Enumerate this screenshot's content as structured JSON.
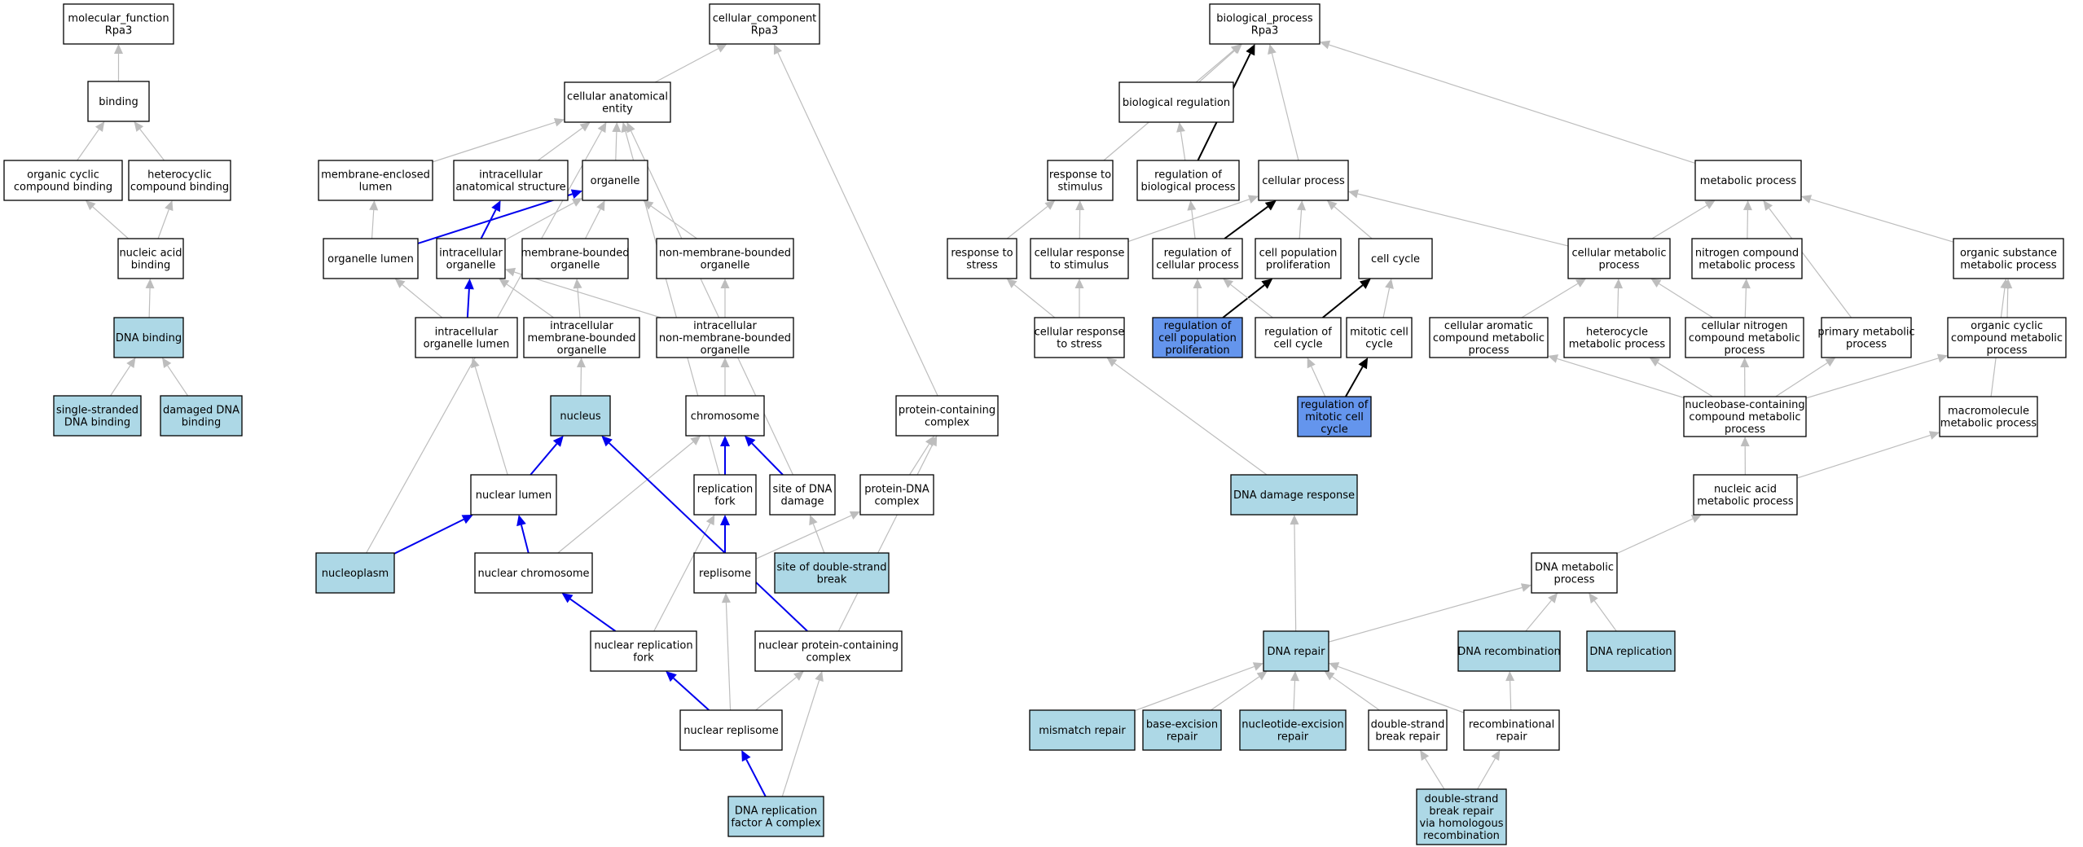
{
  "colors": {
    "plain": "#ffffff",
    "light": "#add8e6",
    "strong": "#6495ed",
    "edge_gray": "#bdbdbd",
    "edge_blue": "#0000ee",
    "edge_black": "#000000"
  },
  "nodes": {
    "mf_root": {
      "lines": [
        "molecular_function",
        "Rpa3"
      ],
      "fill": "plain"
    },
    "binding": {
      "lines": [
        "binding"
      ],
      "fill": "plain"
    },
    "ocb": {
      "lines": [
        "organic cyclic",
        "compound binding"
      ],
      "fill": "plain"
    },
    "hcb": {
      "lines": [
        "heterocyclic",
        "compound binding"
      ],
      "fill": "plain"
    },
    "nab": {
      "lines": [
        "nucleic acid",
        "binding"
      ],
      "fill": "plain"
    },
    "dnab": {
      "lines": [
        "DNA binding"
      ],
      "fill": "light"
    },
    "ssdnab": {
      "lines": [
        "single-stranded",
        "DNA binding"
      ],
      "fill": "light"
    },
    "ddnab": {
      "lines": [
        "damaged DNA",
        "binding"
      ],
      "fill": "light"
    },
    "cc_root": {
      "lines": [
        "cellular_component",
        "Rpa3"
      ],
      "fill": "plain"
    },
    "cae": {
      "lines": [
        "cellular anatomical",
        "entity"
      ],
      "fill": "plain"
    },
    "mel": {
      "lines": [
        "membrane-enclosed",
        "lumen"
      ],
      "fill": "plain"
    },
    "ias": {
      "lines": [
        "intracellular",
        "anatomical structure"
      ],
      "fill": "plain"
    },
    "organelle": {
      "lines": [
        "organelle"
      ],
      "fill": "plain"
    },
    "orglumen": {
      "lines": [
        "organelle lumen"
      ],
      "fill": "plain"
    },
    "intorg": {
      "lines": [
        "intracellular",
        "organelle"
      ],
      "fill": "plain"
    },
    "mbo": {
      "lines": [
        "membrane-bounded",
        "organelle"
      ],
      "fill": "plain"
    },
    "nmbo": {
      "lines": [
        "non-membrane-bounded",
        "organelle"
      ],
      "fill": "plain"
    },
    "iol": {
      "lines": [
        "intracellular",
        "organelle lumen"
      ],
      "fill": "plain"
    },
    "imbo": {
      "lines": [
        "intracellular",
        "membrane-bounded",
        "organelle"
      ],
      "fill": "plain"
    },
    "inmbo": {
      "lines": [
        "intracellular",
        "non-membrane-bounded",
        "organelle"
      ],
      "fill": "plain"
    },
    "nucleus": {
      "lines": [
        "nucleus"
      ],
      "fill": "light"
    },
    "chromosome": {
      "lines": [
        "chromosome"
      ],
      "fill": "plain"
    },
    "pcc": {
      "lines": [
        "protein-containing",
        "complex"
      ],
      "fill": "plain"
    },
    "nuclumen": {
      "lines": [
        "nuclear lumen"
      ],
      "fill": "plain"
    },
    "repfork": {
      "lines": [
        "replication",
        "fork"
      ],
      "fill": "plain"
    },
    "sdnad": {
      "lines": [
        "site of DNA",
        "damage"
      ],
      "fill": "plain"
    },
    "pdnac": {
      "lines": [
        "protein-DNA",
        "complex"
      ],
      "fill": "plain"
    },
    "nucleoplasm": {
      "lines": [
        "nucleoplasm"
      ],
      "fill": "light"
    },
    "nucchrom": {
      "lines": [
        "nuclear chromosome"
      ],
      "fill": "plain"
    },
    "replisome": {
      "lines": [
        "replisome"
      ],
      "fill": "plain"
    },
    "sdsb": {
      "lines": [
        "site of double-strand",
        "break"
      ],
      "fill": "light"
    },
    "nrf": {
      "lines": [
        "nuclear replication",
        "fork"
      ],
      "fill": "plain"
    },
    "npcc": {
      "lines": [
        "nuclear protein-containing",
        "complex"
      ],
      "fill": "plain"
    },
    "nrep": {
      "lines": [
        "nuclear replisome"
      ],
      "fill": "plain"
    },
    "rpa": {
      "lines": [
        "DNA replication",
        "factor A complex"
      ],
      "fill": "light"
    },
    "bp_root": {
      "lines": [
        "biological_process",
        "Rpa3"
      ],
      "fill": "plain"
    },
    "breg": {
      "lines": [
        "biological regulation"
      ],
      "fill": "plain"
    },
    "rts": {
      "lines": [
        "response to",
        "stimulus"
      ],
      "fill": "plain"
    },
    "rbp": {
      "lines": [
        "regulation of",
        "biological process"
      ],
      "fill": "plain"
    },
    "cp": {
      "lines": [
        "cellular process"
      ],
      "fill": "plain"
    },
    "mp": {
      "lines": [
        "metabolic process"
      ],
      "fill": "plain"
    },
    "rtstress": {
      "lines": [
        "response to",
        "stress"
      ],
      "fill": "plain"
    },
    "crts": {
      "lines": [
        "cellular response",
        "to stimulus"
      ],
      "fill": "plain"
    },
    "rcp": {
      "lines": [
        "regulation of",
        "cellular process"
      ],
      "fill": "plain"
    },
    "cpp": {
      "lines": [
        "cell population",
        "proliferation"
      ],
      "fill": "plain"
    },
    "cc": {
      "lines": [
        "cell cycle"
      ],
      "fill": "plain"
    },
    "cmp": {
      "lines": [
        "cellular metabolic",
        "process"
      ],
      "fill": "plain"
    },
    "ncmp": {
      "lines": [
        "nitrogen compound",
        "metabolic process"
      ],
      "fill": "plain"
    },
    "osmp": {
      "lines": [
        "organic substance",
        "metabolic process"
      ],
      "fill": "plain"
    },
    "crtstress": {
      "lines": [
        "cellular response",
        "to stress"
      ],
      "fill": "plain"
    },
    "rcpp": {
      "lines": [
        "regulation of",
        "cell population",
        "proliferation"
      ],
      "fill": "strong"
    },
    "rcc": {
      "lines": [
        "regulation of",
        "cell cycle"
      ],
      "fill": "plain"
    },
    "mcc": {
      "lines": [
        "mitotic cell",
        "cycle"
      ],
      "fill": "plain"
    },
    "cacmp": {
      "lines": [
        "cellular aromatic",
        "compound metabolic",
        "process"
      ],
      "fill": "plain"
    },
    "hmp": {
      "lines": [
        "heterocycle",
        "metabolic process"
      ],
      "fill": "plain"
    },
    "cncmp": {
      "lines": [
        "cellular nitrogen",
        "compound metabolic",
        "process"
      ],
      "fill": "plain"
    },
    "pmp": {
      "lines": [
        "primary metabolic",
        "process"
      ],
      "fill": "plain"
    },
    "occmp": {
      "lines": [
        "organic cyclic",
        "compound metabolic",
        "process"
      ],
      "fill": "plain"
    },
    "rmcc": {
      "lines": [
        "regulation of",
        "mitotic cell",
        "cycle"
      ],
      "fill": "strong"
    },
    "nbccmp": {
      "lines": [
        "nucleobase-containing",
        "compound metabolic",
        "process"
      ],
      "fill": "plain"
    },
    "mmp": {
      "lines": [
        "macromolecule",
        "metabolic process"
      ],
      "fill": "plain"
    },
    "ddr": {
      "lines": [
        "DNA damage response"
      ],
      "fill": "light"
    },
    "namp": {
      "lines": [
        "nucleic acid",
        "metabolic process"
      ],
      "fill": "plain"
    },
    "dnamp": {
      "lines": [
        "DNA metabolic",
        "process"
      ],
      "fill": "plain"
    },
    "dnarepair": {
      "lines": [
        "DNA repair"
      ],
      "fill": "light"
    },
    "dnarecomb": {
      "lines": [
        "DNA recombination"
      ],
      "fill": "light"
    },
    "dnarepl": {
      "lines": [
        "DNA replication"
      ],
      "fill": "light"
    },
    "mmr": {
      "lines": [
        "mismatch repair"
      ],
      "fill": "light"
    },
    "ber": {
      "lines": [
        "base-excision",
        "repair"
      ],
      "fill": "light"
    },
    "ner": {
      "lines": [
        "nucleotide-excision",
        "repair"
      ],
      "fill": "light"
    },
    "dsbr": {
      "lines": [
        "double-strand",
        "break repair"
      ],
      "fill": "plain"
    },
    "recrep": {
      "lines": [
        "recombinational",
        "repair"
      ],
      "fill": "plain"
    },
    "dsbrhr": {
      "lines": [
        "double-strand",
        "break repair",
        "via homologous",
        "recombination"
      ],
      "fill": "light"
    }
  },
  "edges": [
    [
      "binding",
      "mf_root",
      "gray"
    ],
    [
      "ocb",
      "binding",
      "gray"
    ],
    [
      "hcb",
      "binding",
      "gray"
    ],
    [
      "nab",
      "ocb",
      "gray"
    ],
    [
      "nab",
      "hcb",
      "gray"
    ],
    [
      "dnab",
      "nab",
      "gray"
    ],
    [
      "ssdnab",
      "dnab",
      "gray"
    ],
    [
      "ddnab",
      "dnab",
      "gray"
    ],
    [
      "cae",
      "cc_root",
      "gray"
    ],
    [
      "pcc",
      "cc_root",
      "gray"
    ],
    [
      "mel",
      "cae",
      "gray"
    ],
    [
      "ias",
      "cae",
      "gray"
    ],
    [
      "organelle",
      "cae",
      "gray"
    ],
    [
      "nucleoplasm",
      "cae",
      "gray"
    ],
    [
      "repfork",
      "cae",
      "gray"
    ],
    [
      "sdnad",
      "cae",
      "gray"
    ],
    [
      "orglumen",
      "mel",
      "gray"
    ],
    [
      "orglumen",
      "organelle",
      "blue"
    ],
    [
      "intorg",
      "ias",
      "blue"
    ],
    [
      "intorg",
      "organelle",
      "gray"
    ],
    [
      "mbo",
      "organelle",
      "gray"
    ],
    [
      "nmbo",
      "organelle",
      "gray"
    ],
    [
      "iol",
      "orglumen",
      "gray"
    ],
    [
      "iol",
      "intorg",
      "blue"
    ],
    [
      "imbo",
      "intorg",
      "gray"
    ],
    [
      "imbo",
      "mbo",
      "gray"
    ],
    [
      "inmbo",
      "intorg",
      "gray"
    ],
    [
      "inmbo",
      "nmbo",
      "gray"
    ],
    [
      "nucleus",
      "imbo",
      "gray"
    ],
    [
      "chromosome",
      "inmbo",
      "gray"
    ],
    [
      "nuclumen",
      "iol",
      "gray"
    ],
    [
      "nuclumen",
      "nucleus",
      "blue"
    ],
    [
      "nucleoplasm",
      "nuclumen",
      "blue"
    ],
    [
      "nucchrom",
      "nuclumen",
      "blue"
    ],
    [
      "nucchrom",
      "chromosome",
      "gray"
    ],
    [
      "repfork",
      "chromosome",
      "blue"
    ],
    [
      "sdnad",
      "chromosome",
      "blue"
    ],
    [
      "replisome",
      "repfork",
      "blue"
    ],
    [
      "replisome",
      "pdnac",
      "gray"
    ],
    [
      "sdsb",
      "sdnad",
      "gray"
    ],
    [
      "pdnac",
      "pcc",
      "gray"
    ],
    [
      "nrf",
      "nucchrom",
      "blue"
    ],
    [
      "nrf",
      "repfork",
      "gray"
    ],
    [
      "npcc",
      "nucleus",
      "blue"
    ],
    [
      "npcc",
      "pcc",
      "gray"
    ],
    [
      "nrep",
      "nrf",
      "blue"
    ],
    [
      "nrep",
      "replisome",
      "gray"
    ],
    [
      "nrep",
      "npcc",
      "gray"
    ],
    [
      "rpa",
      "nrep",
      "blue"
    ],
    [
      "rpa",
      "npcc",
      "gray"
    ],
    [
      "breg",
      "bp_root",
      "gray"
    ],
    [
      "rts",
      "bp_root",
      "gray"
    ],
    [
      "rbp",
      "bp_root",
      "black"
    ],
    [
      "cp",
      "bp_root",
      "gray"
    ],
    [
      "mp",
      "bp_root",
      "gray"
    ],
    [
      "rbp",
      "breg",
      "gray"
    ],
    [
      "rtstress",
      "rts",
      "gray"
    ],
    [
      "crts",
      "rts",
      "gray"
    ],
    [
      "crts",
      "cp",
      "gray"
    ],
    [
      "rcp",
      "rbp",
      "gray"
    ],
    [
      "rcp",
      "cp",
      "black"
    ],
    [
      "cpp",
      "cp",
      "gray"
    ],
    [
      "cc",
      "cp",
      "gray"
    ],
    [
      "cmp",
      "cp",
      "gray"
    ],
    [
      "cmp",
      "mp",
      "gray"
    ],
    [
      "ncmp",
      "mp",
      "gray"
    ],
    [
      "osmp",
      "mp",
      "gray"
    ],
    [
      "pmp",
      "mp",
      "gray"
    ],
    [
      "crtstress",
      "rtstress",
      "gray"
    ],
    [
      "crtstress",
      "crts",
      "gray"
    ],
    [
      "rcpp",
      "rcp",
      "gray"
    ],
    [
      "rcpp",
      "cpp",
      "black"
    ],
    [
      "rcc",
      "rcp",
      "gray"
    ],
    [
      "rcc",
      "cc",
      "black"
    ],
    [
      "mcc",
      "cc",
      "gray"
    ],
    [
      "cacmp",
      "cmp",
      "gray"
    ],
    [
      "hmp",
      "cmp",
      "gray"
    ],
    [
      "cncmp",
      "cmp",
      "gray"
    ],
    [
      "cncmp",
      "ncmp",
      "gray"
    ],
    [
      "occmp",
      "osmp",
      "gray"
    ],
    [
      "mmp",
      "osmp",
      "gray"
    ],
    [
      "rmcc",
      "rcc",
      "gray"
    ],
    [
      "rmcc",
      "mcc",
      "black"
    ],
    [
      "nbccmp",
      "cacmp",
      "gray"
    ],
    [
      "nbccmp",
      "hmp",
      "gray"
    ],
    [
      "nbccmp",
      "cncmp",
      "gray"
    ],
    [
      "nbccmp",
      "pmp",
      "gray"
    ],
    [
      "nbccmp",
      "occmp",
      "gray"
    ],
    [
      "ddr",
      "crtstress",
      "gray"
    ],
    [
      "namp",
      "nbccmp",
      "gray"
    ],
    [
      "namp",
      "mmp",
      "gray"
    ],
    [
      "dnamp",
      "namp",
      "gray"
    ],
    [
      "dnarepair",
      "ddr",
      "gray"
    ],
    [
      "dnarepair",
      "dnamp",
      "gray"
    ],
    [
      "dnarecomb",
      "dnamp",
      "gray"
    ],
    [
      "dnarepl",
      "dnamp",
      "gray"
    ],
    [
      "mmr",
      "dnarepair",
      "gray"
    ],
    [
      "ber",
      "dnarepair",
      "gray"
    ],
    [
      "ner",
      "dnarepair",
      "gray"
    ],
    [
      "dsbr",
      "dnarepair",
      "gray"
    ],
    [
      "recrep",
      "dnarepair",
      "gray"
    ],
    [
      "recrep",
      "dnarecomb",
      "gray"
    ],
    [
      "dsbrhr",
      "dsbr",
      "gray"
    ],
    [
      "dsbrhr",
      "recrep",
      "gray"
    ]
  ]
}
